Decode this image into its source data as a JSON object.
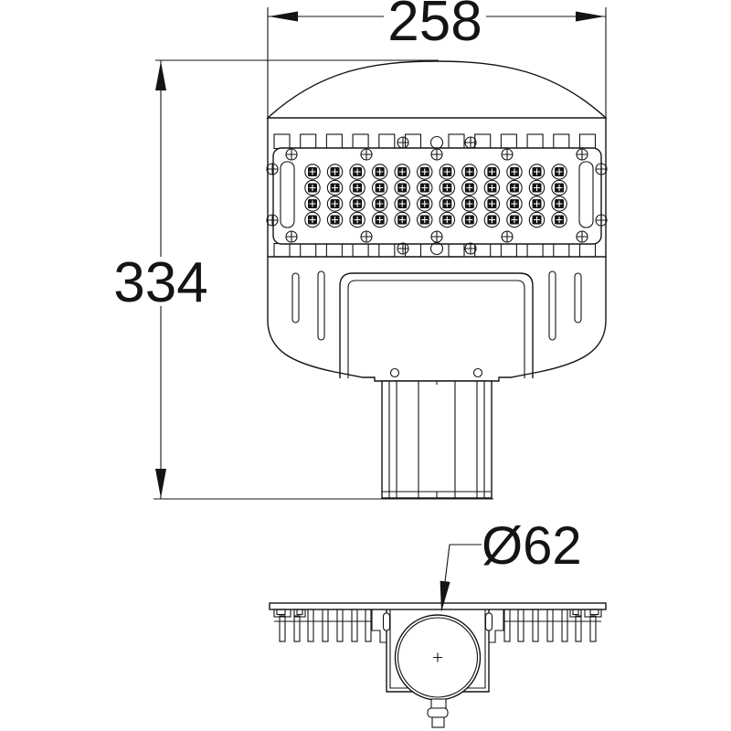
{
  "dimensions": {
    "width": "258",
    "height": "334",
    "pole_diameter": "Ø62"
  },
  "front_view": {
    "led_grid": {
      "rows": 4,
      "columns": 12
    }
  },
  "colors": {
    "line": "#141414",
    "background": "#ffffff"
  }
}
